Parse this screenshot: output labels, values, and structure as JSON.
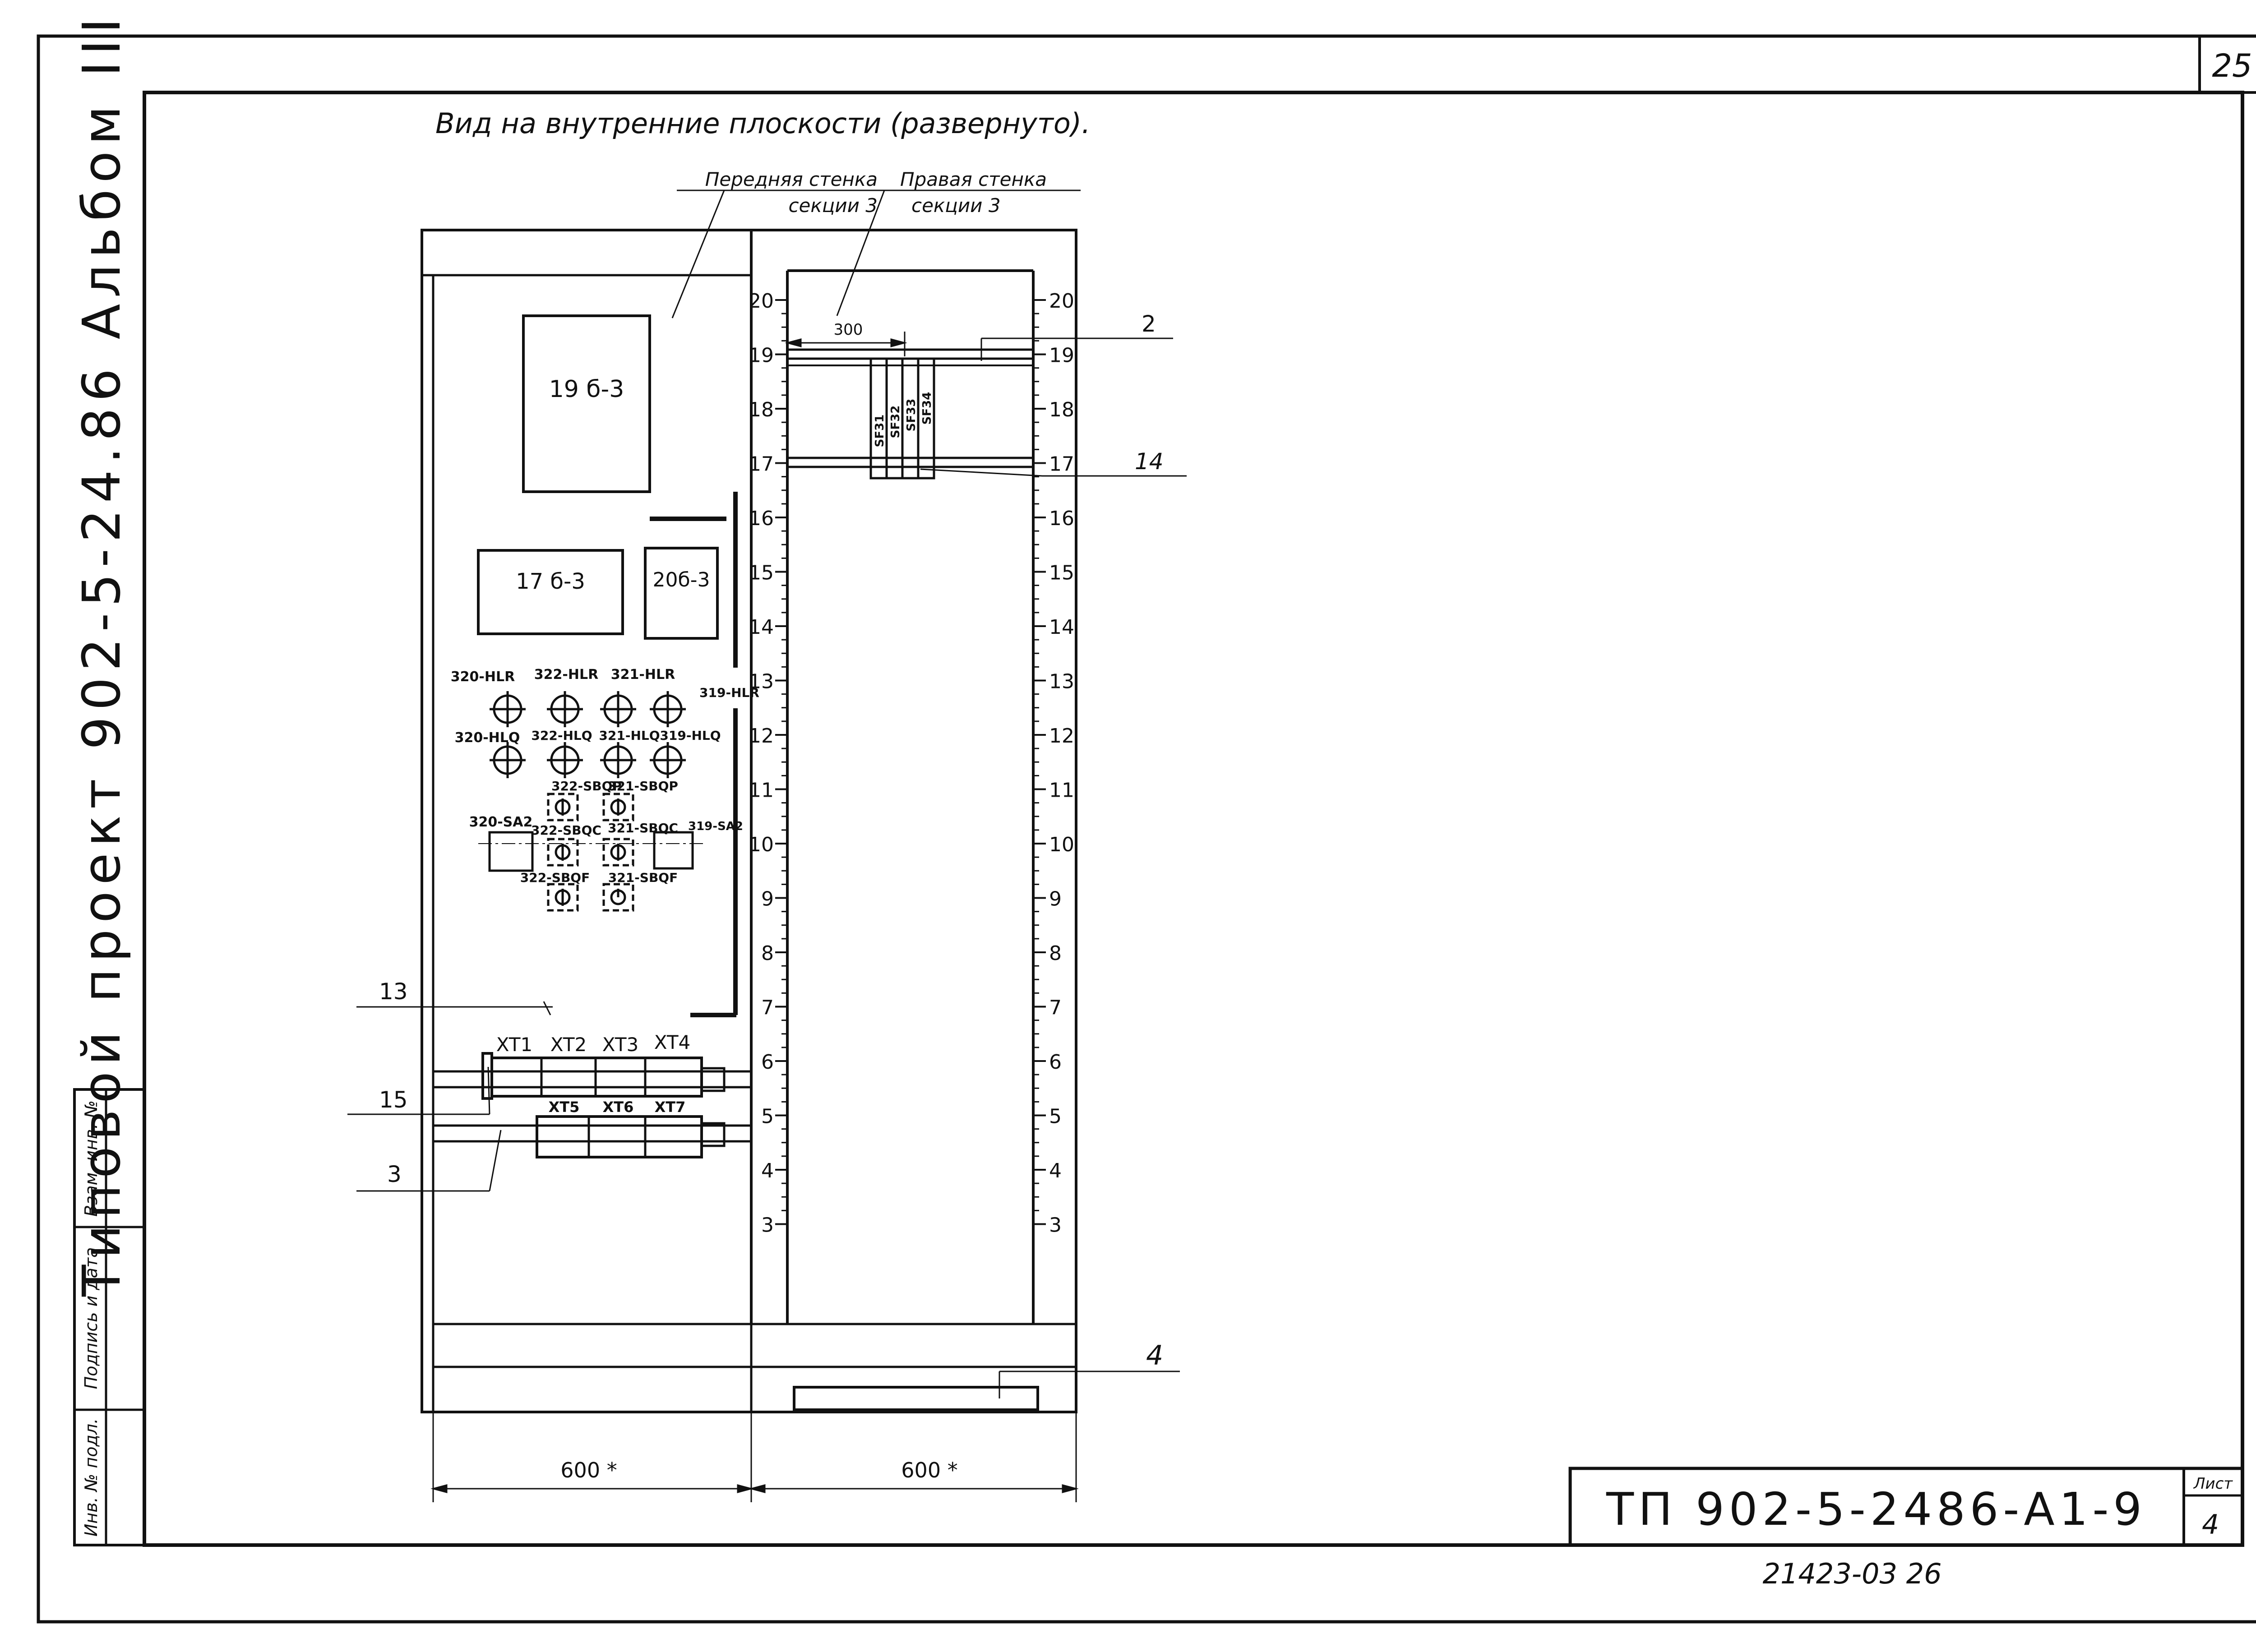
{
  "sheet_corner_number": "25",
  "side_title": "Типовой проект 902-5-24.86 Альбом III",
  "stamp_column": {
    "cell_1": "Взам. инв. №",
    "cell_2": "Подпись и дата",
    "cell_3": "Инв. № подл."
  },
  "title": "Вид на внутренние плоскости (развернуто).",
  "callouts": {
    "front_wall_line1": "Передняя стенка",
    "front_wall_line2": "секции 3",
    "right_wall_line1": "Правая стенка",
    "right_wall_line2": "секции 3"
  },
  "devices": {
    "box_19b3": "19 б-3",
    "box_17b3": "17 б-3",
    "box_20b3": "20б-3"
  },
  "lamps_row1": [
    "320-HLR",
    "322-HLR",
    "321-HLR",
    "319-HLR"
  ],
  "lamps_row2": [
    "320-HLQ",
    "322-HLQ",
    "321-HLQ",
    "319-HLQ"
  ],
  "buttons_p": [
    "322-SBQP",
    "321-SBQP"
  ],
  "switches": [
    "320-SA2",
    "319-SA2"
  ],
  "buttons_c": [
    "322-SBQC",
    "321-SBQC"
  ],
  "buttons_f": [
    "322-SBQF",
    "321-SBQF"
  ],
  "terminal_blocks_row1": [
    "XT1",
    "XT2",
    "XT3",
    "XT4"
  ],
  "terminal_blocks_row2": [
    "XT5",
    "XT6",
    "XT7"
  ],
  "breakers": [
    "SF31",
    "SF32",
    "SF33",
    "SF34"
  ],
  "rail_scale": [
    "20",
    "19",
    "18",
    "17",
    "16",
    "15",
    "14",
    "13",
    "12",
    "11",
    "10",
    "9",
    "8",
    "7",
    "6",
    "5",
    "4",
    "3"
  ],
  "positions": {
    "p2": "2",
    "p14": "14",
    "p13": "13",
    "p15": "15",
    "p3": "3",
    "p4": "4"
  },
  "dimensions": {
    "inner_300": "300",
    "width_left": "600 *",
    "width_right": "600 *"
  },
  "title_block": {
    "designation": "ТП 902-5-2486-А1-9",
    "sheet_label": "Лист",
    "sheet_number": "4"
  },
  "archive_number": "21423-03 26"
}
